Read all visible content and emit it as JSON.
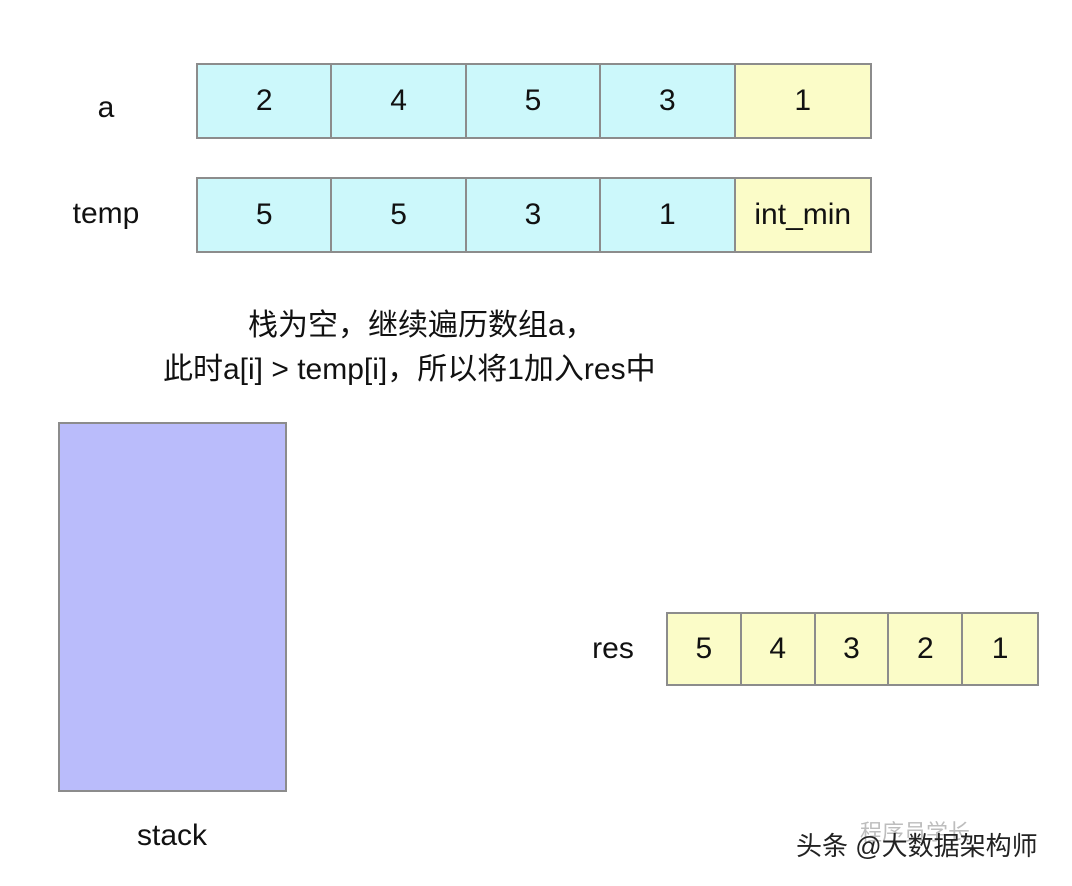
{
  "arrays": {
    "a": {
      "label": "a",
      "cells": [
        {
          "value": "2",
          "color": "#ccf8fb"
        },
        {
          "value": "4",
          "color": "#ccf8fb"
        },
        {
          "value": "5",
          "color": "#ccf8fb"
        },
        {
          "value": "3",
          "color": "#ccf8fb"
        },
        {
          "value": "1",
          "color": "#fbfcc8"
        }
      ]
    },
    "temp": {
      "label": "temp",
      "cells": [
        {
          "value": "5",
          "color": "#ccf8fb"
        },
        {
          "value": "5",
          "color": "#ccf8fb"
        },
        {
          "value": "3",
          "color": "#ccf8fb"
        },
        {
          "value": "1",
          "color": "#ccf8fb"
        },
        {
          "value": "int_min",
          "color": "#fbfcc8"
        }
      ]
    },
    "res": {
      "label": "res",
      "cells": [
        {
          "value": "5",
          "color": "#fbfcc8"
        },
        {
          "value": "4",
          "color": "#fbfcc8"
        },
        {
          "value": "3",
          "color": "#fbfcc8"
        },
        {
          "value": "2",
          "color": "#fbfcc8"
        },
        {
          "value": "1",
          "color": "#fbfcc8"
        }
      ]
    }
  },
  "caption": {
    "line1": "栈为空，继续遍历数组a，",
    "line2": "此时a[i] > temp[i]，所以将1加入res中"
  },
  "stack": {
    "label": "stack",
    "color": "#babcfb"
  },
  "watermark": {
    "text": "头条 @大数据架构师",
    "faint": "程序员学长"
  }
}
